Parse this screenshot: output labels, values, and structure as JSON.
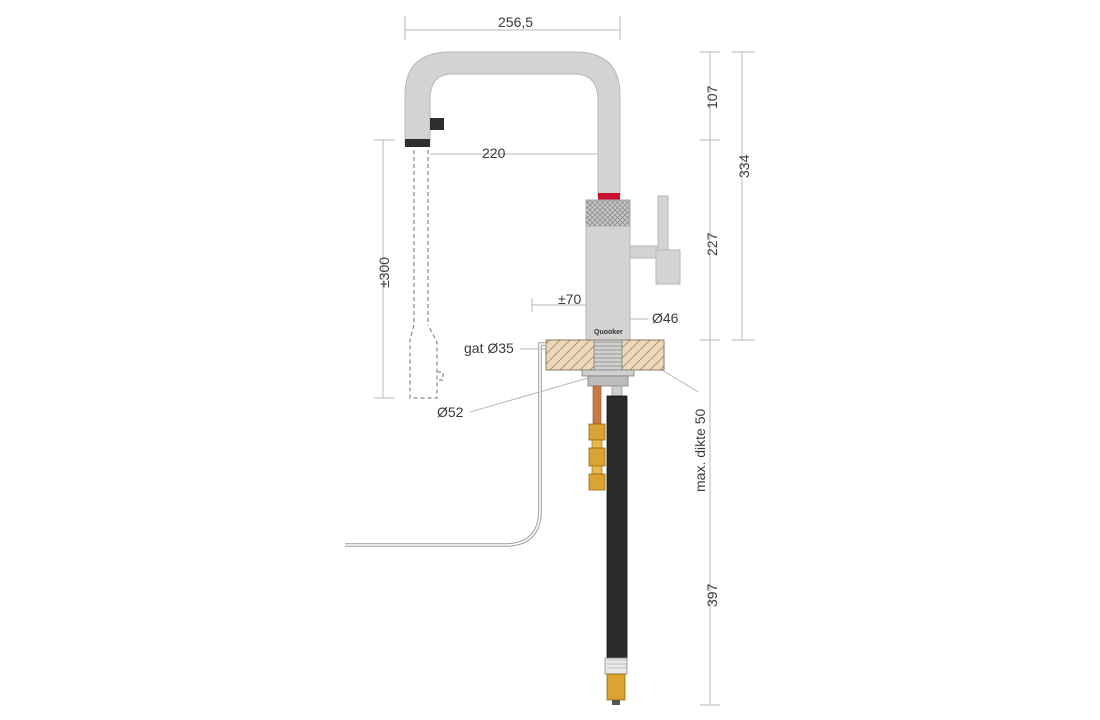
{
  "dimensions": {
    "spout_reach": "256,5",
    "spout_inner_reach": "220",
    "spout_height": "107",
    "total_height_above_counter": "334",
    "body_height": "227",
    "pullout_height": "±300",
    "body_offset": "±70",
    "body_diameter": "Ø46",
    "hole": "gat Ø35",
    "base_ring": "Ø52",
    "max_thickness": "max. dikte 50",
    "hose_length": "397"
  },
  "brand": "Quooker",
  "colors": {
    "tap_body": "#d4d3d1",
    "tap_outline": "#b8b7b5",
    "red_ring": "#c8102e",
    "wood": "#e9d6b8",
    "brass": "#d9a431",
    "copper": "#c87a45",
    "hose": "#2b2b2b"
  }
}
